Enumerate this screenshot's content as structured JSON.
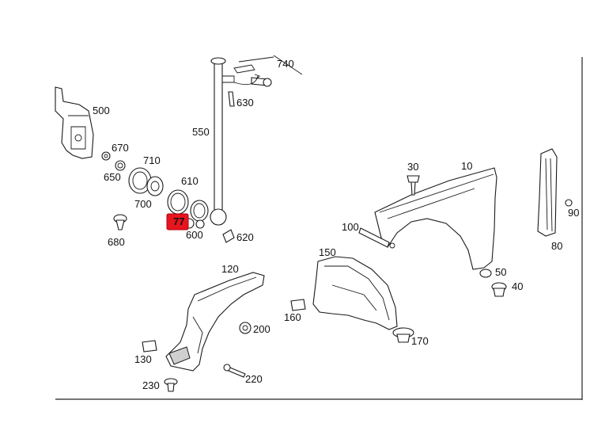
{
  "diagram": {
    "selected_callout": "77",
    "callouts": [
      {
        "id": "c740",
        "label": "740"
      },
      {
        "id": "c630",
        "label": "630"
      },
      {
        "id": "c500",
        "label": "500"
      },
      {
        "id": "c550",
        "label": "550"
      },
      {
        "id": "c670",
        "label": "670"
      },
      {
        "id": "c710",
        "label": "710"
      },
      {
        "id": "c650",
        "label": "650"
      },
      {
        "id": "c610",
        "label": "610"
      },
      {
        "id": "c700",
        "label": "700"
      },
      {
        "id": "c600",
        "label": "600"
      },
      {
        "id": "c620",
        "label": "620"
      },
      {
        "id": "c680",
        "label": "680"
      },
      {
        "id": "c30",
        "label": "30"
      },
      {
        "id": "c10",
        "label": "10"
      },
      {
        "id": "c90",
        "label": "90"
      },
      {
        "id": "c100",
        "label": "100"
      },
      {
        "id": "c80",
        "label": "80"
      },
      {
        "id": "c150",
        "label": "150"
      },
      {
        "id": "c120",
        "label": "120"
      },
      {
        "id": "c50",
        "label": "50"
      },
      {
        "id": "c40",
        "label": "40"
      },
      {
        "id": "c160",
        "label": "160"
      },
      {
        "id": "c200",
        "label": "200"
      },
      {
        "id": "c170",
        "label": "170"
      },
      {
        "id": "c130",
        "label": "130"
      },
      {
        "id": "c220",
        "label": "220"
      },
      {
        "id": "c230",
        "label": "230"
      }
    ]
  },
  "colors": {
    "selection": "#e8141e",
    "line": "#1a1a1a",
    "background": "#ffffff"
  }
}
